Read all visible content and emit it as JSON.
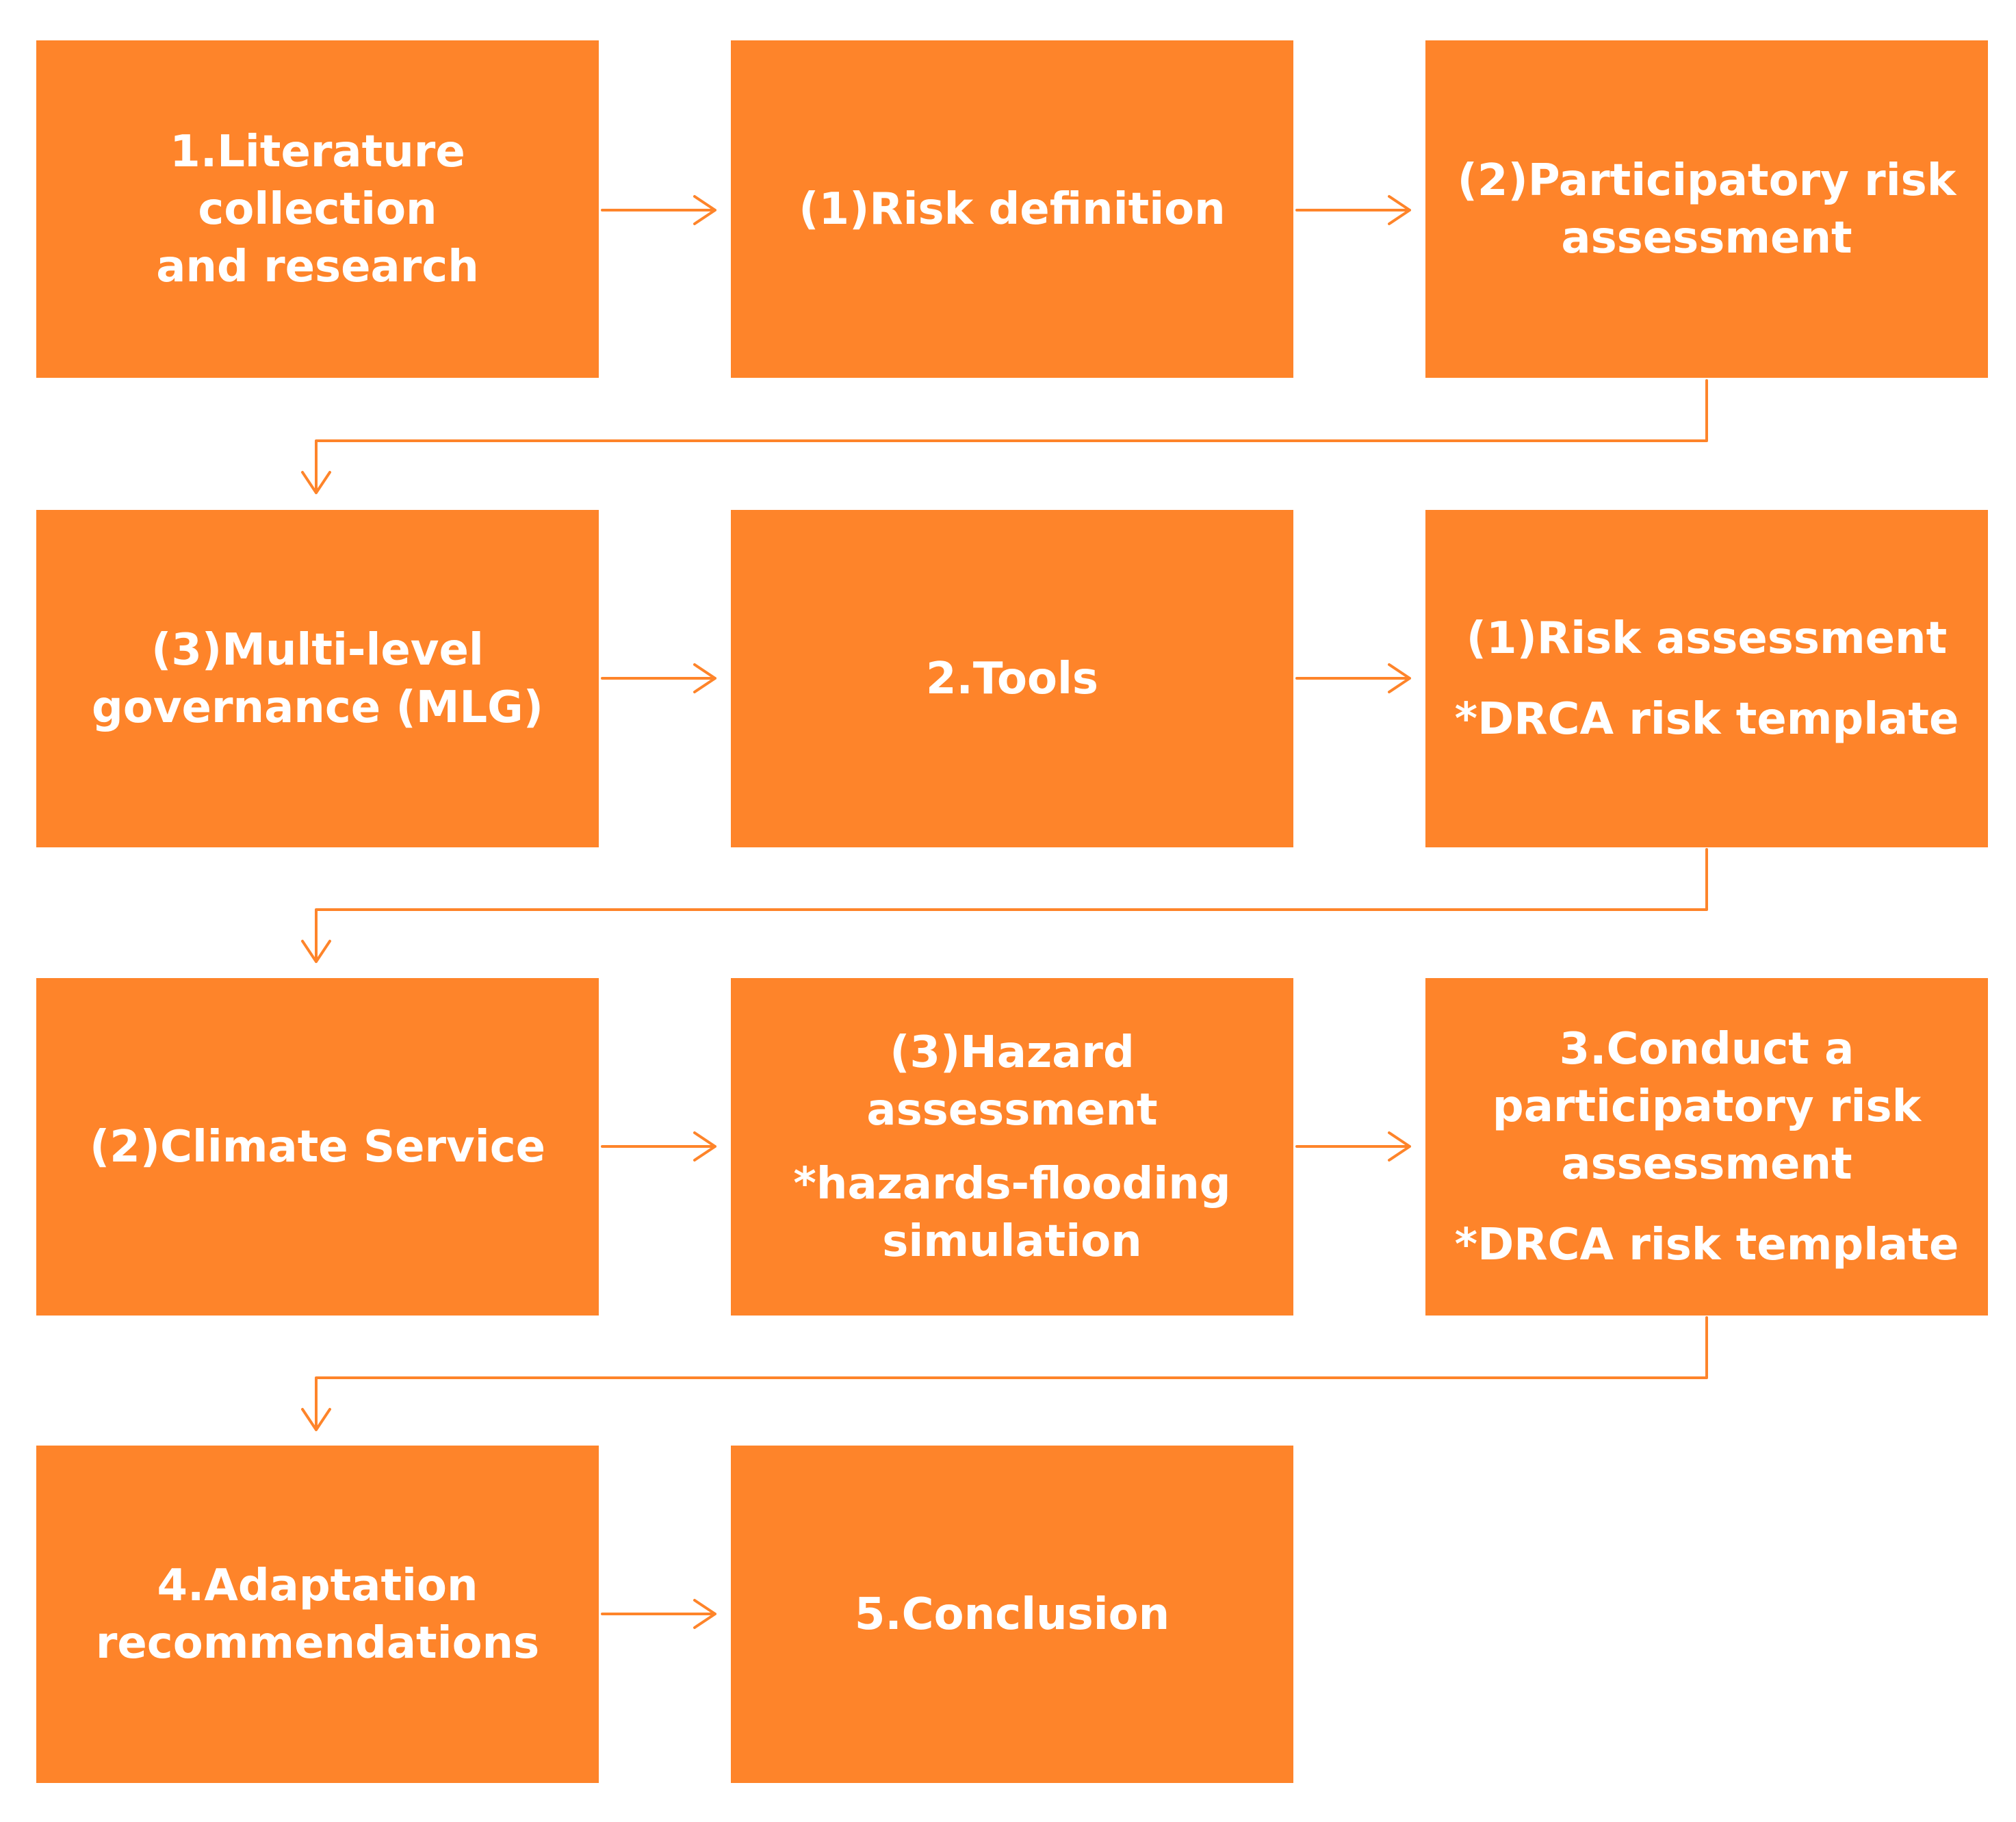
{
  "colors": {
    "box_fill": "#FE842A",
    "box_text": "#FFFFFF",
    "connector": "#FE842A"
  },
  "boxes": [
    {
      "lines": [
        "1.Literature collection",
        "and research"
      ],
      "note": ""
    },
    {
      "lines": [
        "(1)Risk definition"
      ],
      "note": ""
    },
    {
      "lines": [
        "(2)Participatory risk",
        "assessment"
      ],
      "note": ""
    },
    {
      "lines": [
        "(3)Multi-level",
        "governance (MLG)"
      ],
      "note": ""
    },
    {
      "lines": [
        "2.Tools"
      ],
      "note": ""
    },
    {
      "lines": [
        "(1)Risk assessment"
      ],
      "note": "*DRCA risk template"
    },
    {
      "lines": [
        "(2)Climate Service"
      ],
      "note": ""
    },
    {
      "lines": [
        "(3)Hazard assessment"
      ],
      "note": "*hazards-flooding simulation"
    },
    {
      "lines": [
        "3.Conduct a",
        "participatory risk",
        "assessment"
      ],
      "note": "*DRCA risk template"
    },
    {
      "lines": [
        "4.Adaptation",
        "recommendations"
      ],
      "note": ""
    },
    {
      "lines": [
        "5.Conclusion"
      ],
      "note": ""
    }
  ],
  "flow": [
    [
      "1.Literature collection and research",
      "(1)Risk definition"
    ],
    [
      "(1)Risk definition",
      "(2)Participatory risk assessment"
    ],
    [
      "(2)Participatory risk assessment",
      "(3)Multi-level governance (MLG)"
    ],
    [
      "(3)Multi-level governance (MLG)",
      "2.Tools"
    ],
    [
      "2.Tools",
      "(1)Risk assessment"
    ],
    [
      "(1)Risk assessment",
      "(2)Climate Service"
    ],
    [
      "(2)Climate Service",
      "(3)Hazard assessment"
    ],
    [
      "(3)Hazard assessment",
      "3.Conduct a participatory risk assessment"
    ],
    [
      "3.Conduct a participatory risk assessment",
      "4.Adaptation recommendations"
    ],
    [
      "4.Adaptation recommendations",
      "5.Conclusion"
    ]
  ]
}
